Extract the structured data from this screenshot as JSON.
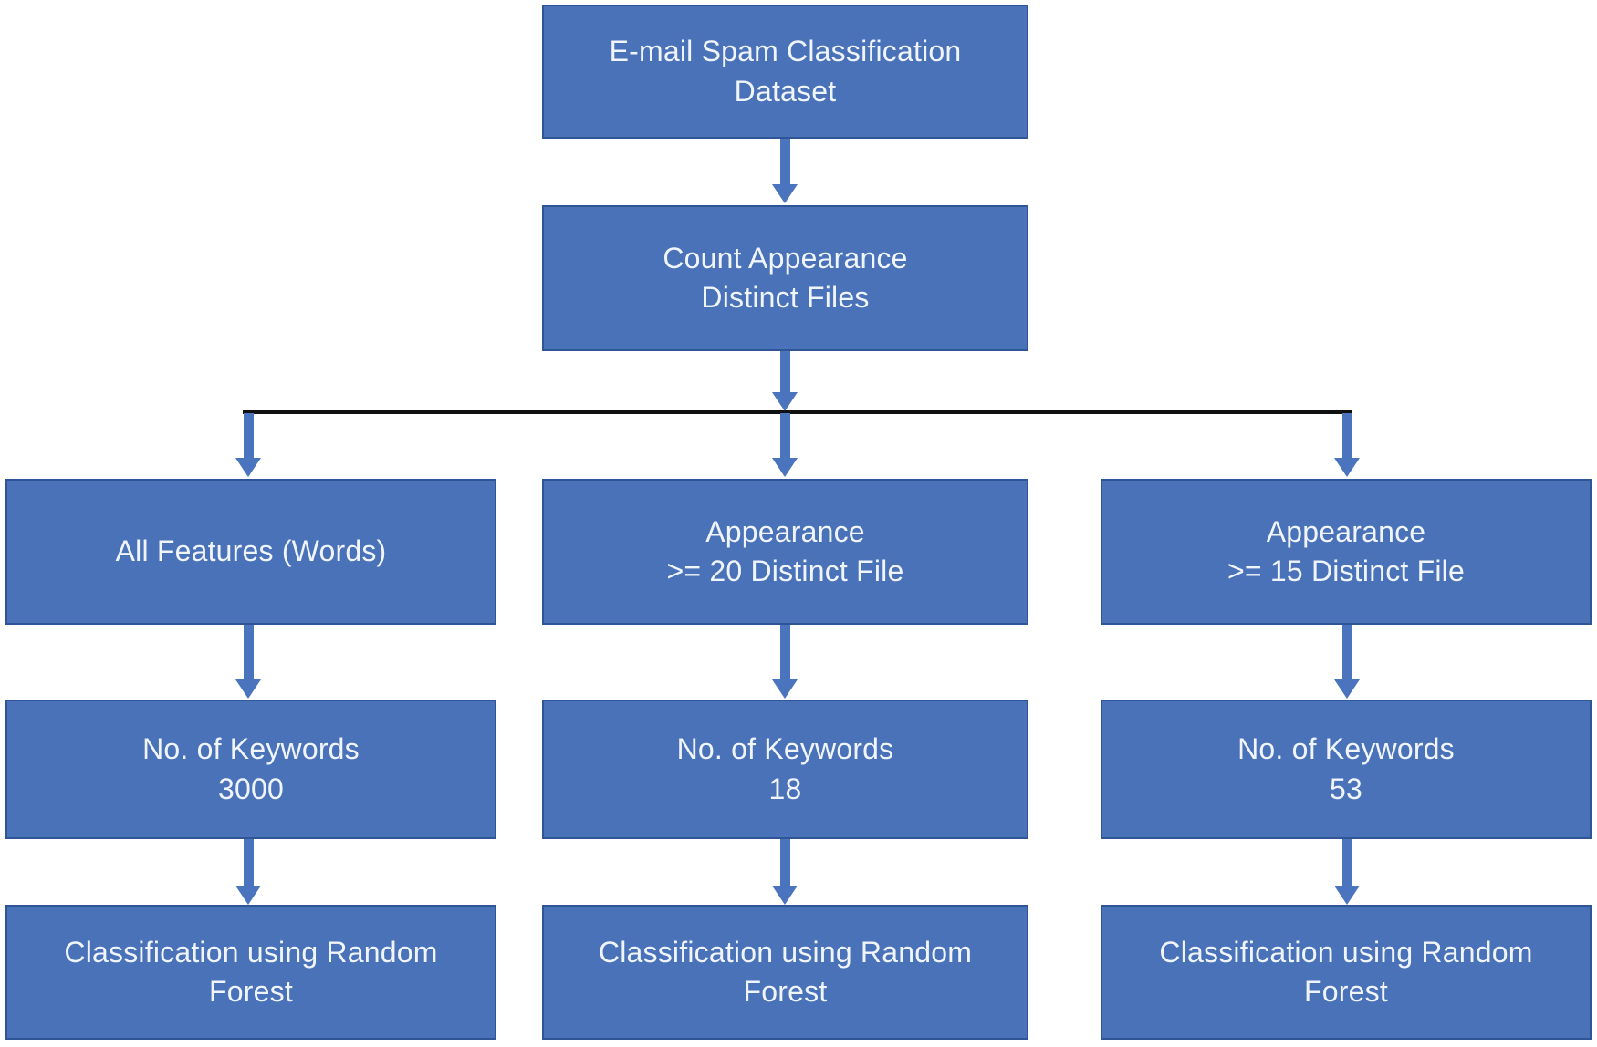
{
  "title": "E-mail Spam Classification Flowchart",
  "colors": {
    "background": "#ffffff",
    "box_fill": "#4A72B8",
    "box_border": "#2F5597",
    "text_color": "#F0F4FB",
    "arrow_color": "#4A74BD",
    "connector_color": "#101010"
  },
  "nodes": {
    "dataset": {
      "label": "E-mail Spam Classification\nDataset"
    },
    "count_appearance": {
      "label": "Count Appearance\nDistinct Files"
    },
    "branch1_filter": {
      "label": "All Features (Words)"
    },
    "branch2_filter": {
      "label": "Appearance\n>= 20 Distinct File"
    },
    "branch3_filter": {
      "label": "Appearance\n>= 15 Distinct File"
    },
    "branch1_keywords": {
      "label": "No. of Keywords\n3000"
    },
    "branch2_keywords": {
      "label": "No. of Keywords\n18"
    },
    "branch3_keywords": {
      "label": "No. of Keywords\n53"
    },
    "branch1_classify": {
      "label": "Classification using Random\nForest"
    },
    "branch2_classify": {
      "label": "Classification using Random\nForest"
    },
    "branch3_classify": {
      "label": "Classification using Random\nForest"
    }
  }
}
